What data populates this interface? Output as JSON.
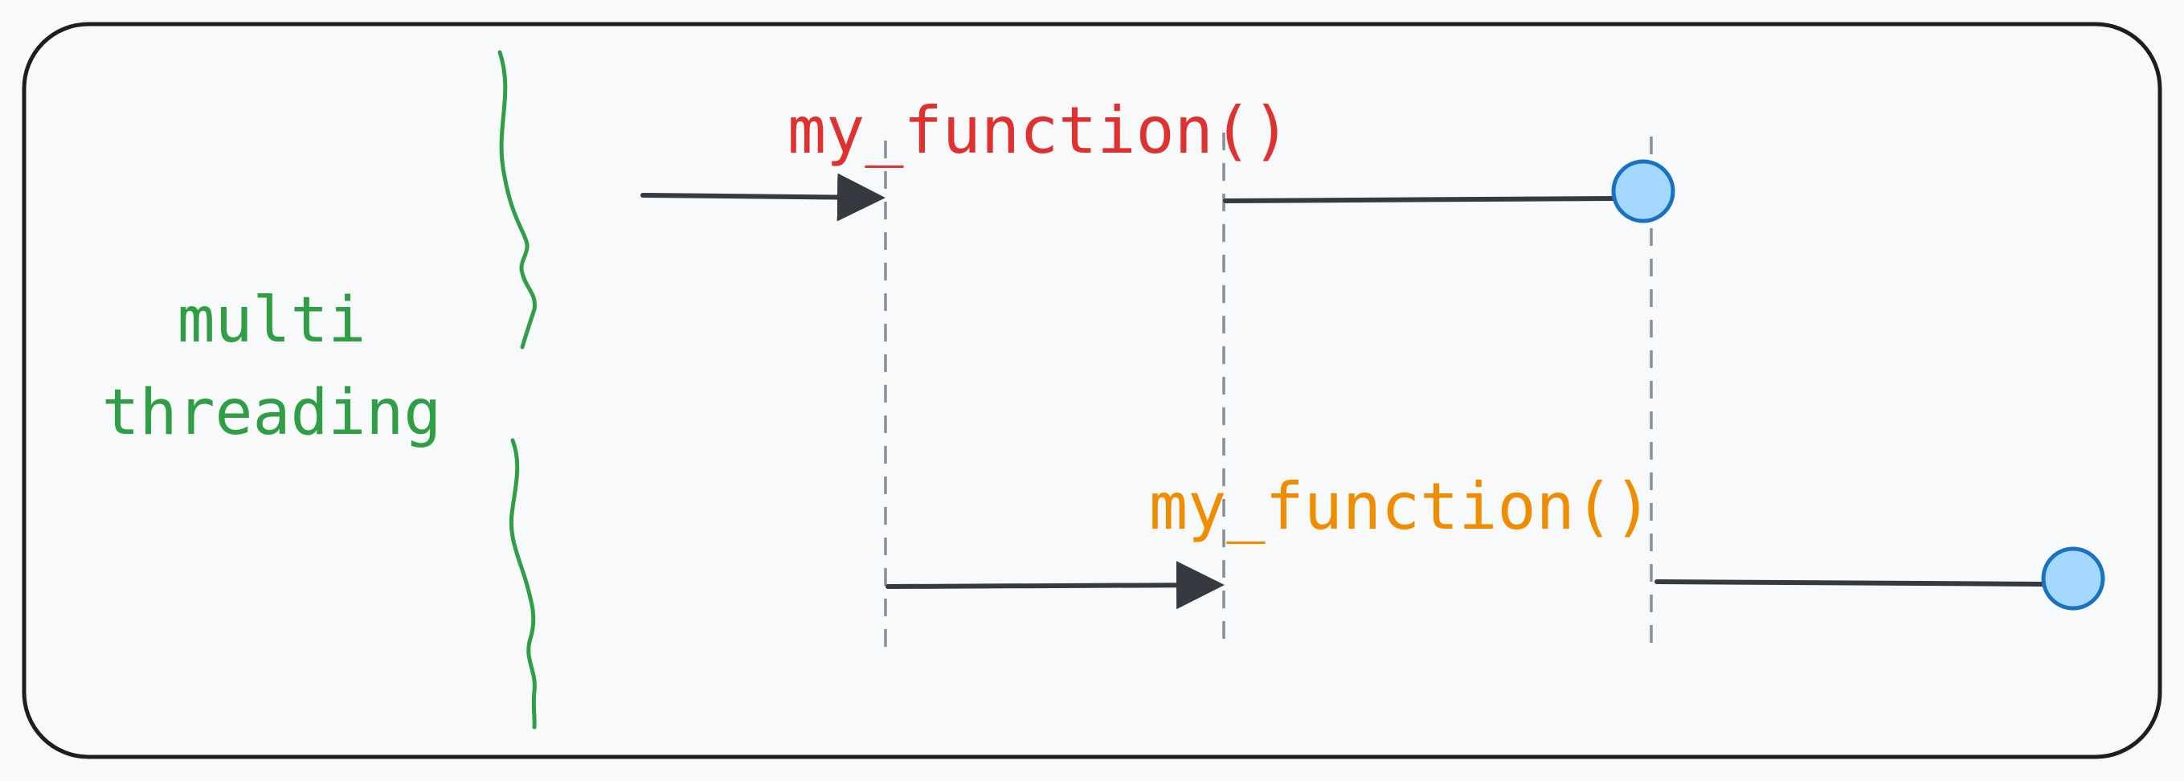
{
  "diagram": {
    "group_label": {
      "line1": "multi",
      "line2": "threading"
    },
    "thread1": {
      "call_label": "my_function()",
      "label_color": "#e03131"
    },
    "thread2": {
      "call_label": "my_function()",
      "label_color": "#f08c00"
    },
    "colors": {
      "frame_stroke": "#1e1e1e",
      "background": "#f8f9fa",
      "arrow": "#343a40",
      "dashed_guide": "#868e96",
      "brace": "#2f9e44",
      "end_dot_fill": "#a5d8ff",
      "end_dot_stroke": "#1971c2"
    }
  }
}
